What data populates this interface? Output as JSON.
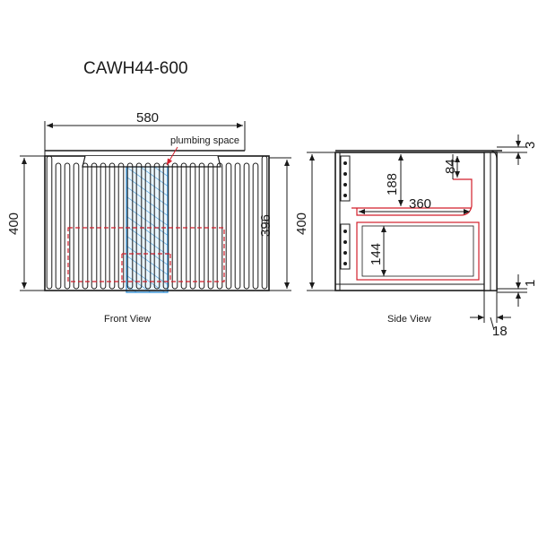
{
  "title": "CAWH44-600",
  "front_view": {
    "caption": "Front View",
    "width_label": "580",
    "height_left_label": "400",
    "height_right_label": "396",
    "plumbing_label": "plumbing space",
    "slat_count": 25
  },
  "side_view": {
    "caption": "Side View",
    "height_label": "400",
    "top_gap_label": "3",
    "bottom_gap_label": "1",
    "thickness_label": "18",
    "depth_label": "360",
    "drawer1_label": "188",
    "drawer2_label": "144",
    "cutout_label": "84"
  },
  "colors": {
    "line": "#1a1a1a",
    "red": "#d21e2b",
    "blue": "#2f8fd6",
    "plumbing_fill": "#e8f4fc"
  }
}
